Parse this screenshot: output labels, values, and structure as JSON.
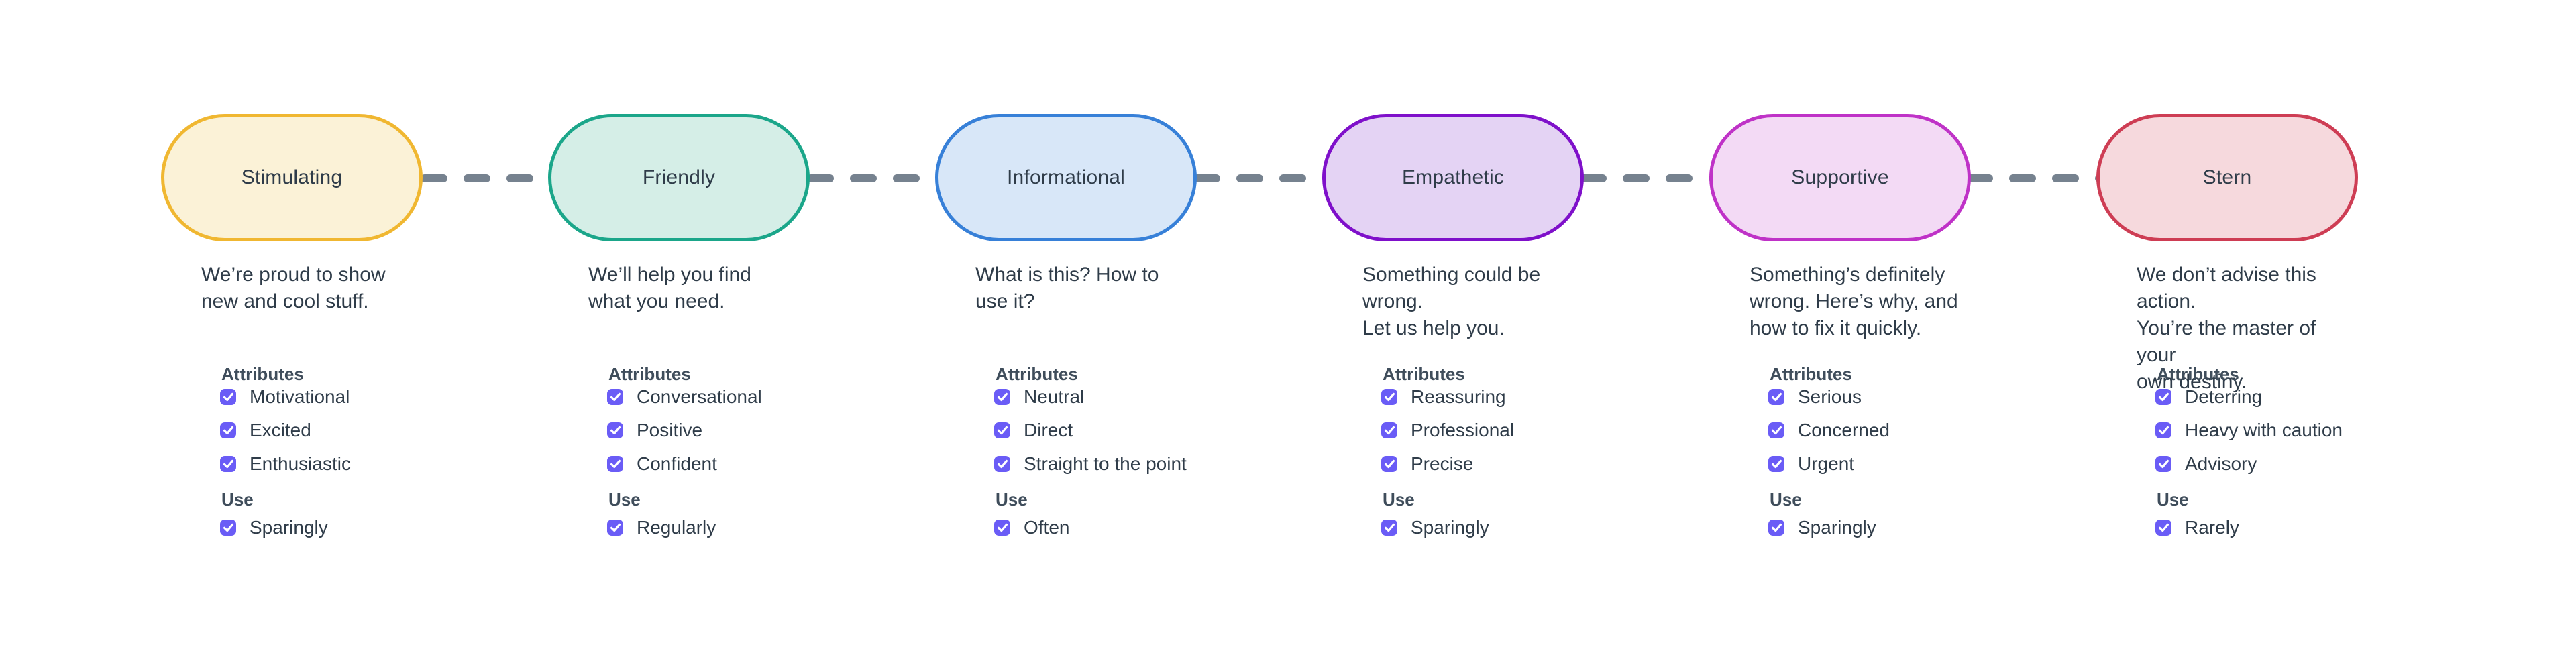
{
  "palette": {
    "background": "#ffffff",
    "text": "#2f3c49",
    "heading_text": "#3f4d5b",
    "checkbox_fill": "#6a5cf6",
    "checkbox_check": "#ffffff",
    "connector": "#76828f"
  },
  "labels": {
    "attributes": "Attributes",
    "use": "Use"
  },
  "all_checkboxes_checked": true,
  "tones": [
    {
      "name": "Stimulating",
      "fill": "#fbf2d7",
      "border": "#f0b731",
      "desc_lines": [
        "We’re proud to show",
        "new and cool stuff."
      ],
      "attributes": [
        "Motivational",
        "Excited",
        "Enthusiastic"
      ],
      "use": "Sparingly"
    },
    {
      "name": "Friendly",
      "fill": "#d5eee7",
      "border": "#1ba68a",
      "desc_lines": [
        "We’ll help you find",
        "what you need."
      ],
      "attributes": [
        "Conversational",
        "Positive",
        "Confident"
      ],
      "use": "Regularly"
    },
    {
      "name": "Informational",
      "fill": "#d8e7f8",
      "border": "#3780d8",
      "desc_lines": [
        "What is this? How to",
        "use it?"
      ],
      "attributes": [
        "Neutral",
        "Direct",
        "Straight to the point"
      ],
      "use": "Often"
    },
    {
      "name": "Empathetic",
      "fill": "#e4d3f4",
      "border": "#7f10ca",
      "desc_lines": [
        "Something could be wrong.",
        "Let us help you."
      ],
      "attributes": [
        "Reassuring",
        "Professional",
        "Precise"
      ],
      "use": "Sparingly"
    },
    {
      "name": "Supportive",
      "fill": "#f3daf5",
      "border": "#bf32c7",
      "desc_lines": [
        "Something’s definitely",
        "wrong. Here’s why, and",
        "how to fix it quickly."
      ],
      "attributes": [
        "Serious",
        "Concerned",
        "Urgent"
      ],
      "use": "Sparingly"
    },
    {
      "name": "Stern",
      "fill": "#f6d9dd",
      "border": "#ce3d54",
      "desc_lines": [
        "We don’t advise this action.",
        "You’re the master of your",
        "own destiny."
      ],
      "attributes": [
        "Deterring",
        "Heavy with caution",
        "Advisory"
      ],
      "use": "Rarely"
    }
  ]
}
